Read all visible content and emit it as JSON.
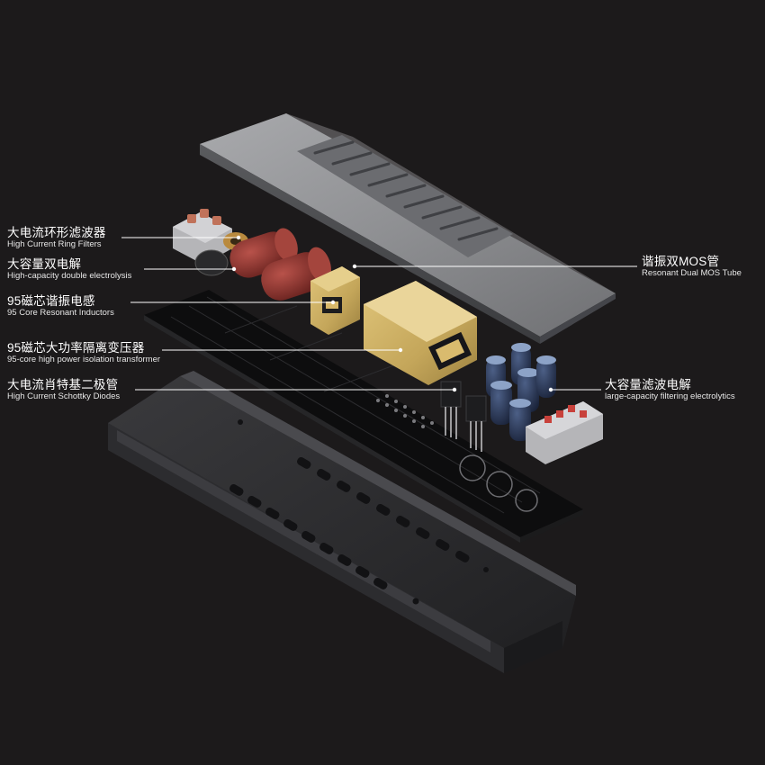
{
  "callouts": {
    "ring_filter": {
      "zh": "大电流环形滤波器",
      "en": "High Current Ring Filters"
    },
    "double_electrolysis": {
      "zh": "大容量双电解",
      "en": "High-capacity double electrolysis"
    },
    "resonant_inductors": {
      "zh": "95磁芯谐振电感",
      "en": "95 Core Resonant Inductors"
    },
    "isolation_transformer": {
      "zh": "95磁芯大功率隔离变压器",
      "en": "95-core high power isolation transformer"
    },
    "schottky_diodes": {
      "zh": "大电流肖特基二极管",
      "en": "High Current Schottky Diodes"
    },
    "mos_tube": {
      "zh": "谐振双MOS管",
      "en": "Resonant Dual MOS Tube"
    },
    "filter_electrolytics": {
      "zh": "大容量滤波电解",
      "en": "large-capacity filtering electrolytics"
    }
  },
  "colors": {
    "background": "#1c1a1b",
    "text": "#ffffff",
    "leader_line": "#ffffff",
    "top_cover": "#8f9093",
    "bottom_tray": "#2b2b2d",
    "pcb": "#0d0d0e",
    "transformer_gold": "#c9ad5f",
    "capacitor_red": "#8e2f2a",
    "capacitor_blue": "#2a3a5a",
    "terminal_grey": "#b5b5b8",
    "terminal_red": "#c8413b"
  }
}
